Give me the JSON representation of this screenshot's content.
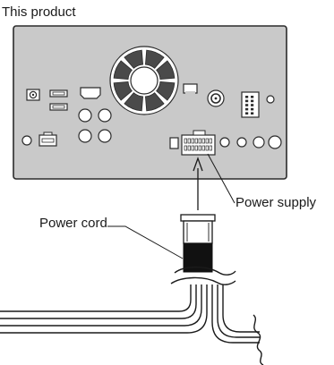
{
  "labels": {
    "product": "This product",
    "power_supply": "Power supply",
    "power_cord": "Power cord"
  },
  "icons": {
    "fan": "fan-icon",
    "ground": "ground-terminal-icon",
    "usb": "usb-port-icon",
    "hdmi": "hdmi-port-icon",
    "antenna": "antenna-jack-icon",
    "rca": "rca-jack-icon",
    "din": "din-connector-icon",
    "power_connector": "power-connector-icon"
  },
  "colors": {
    "panel_fill": "#c9c9c9",
    "panel_stroke": "#2b2b2b",
    "fan_blade": "#4a4a4a",
    "cord_sleeve": "#111111",
    "line": "#1a1a1a"
  }
}
